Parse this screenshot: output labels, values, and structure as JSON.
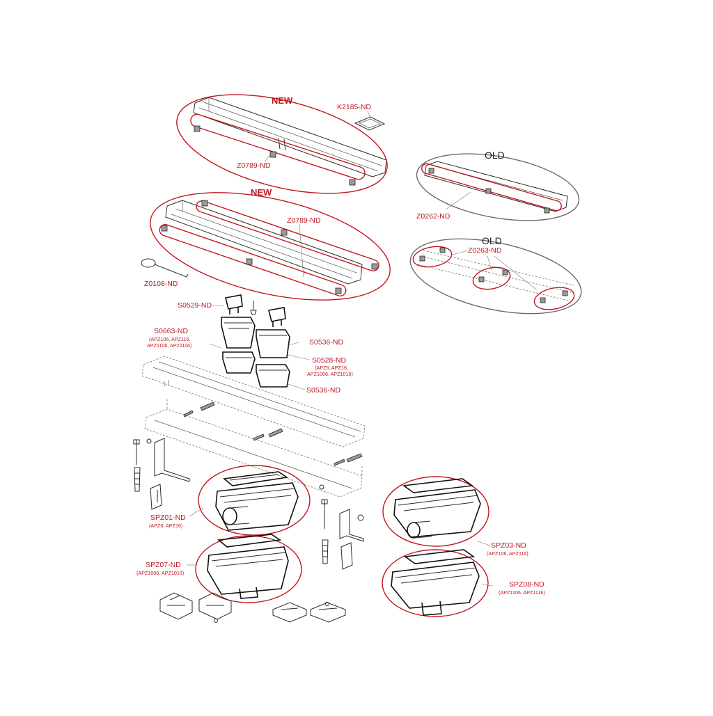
{
  "colors": {
    "accent_red": "#c0161e",
    "group_grey": "#6a6a6a",
    "ink": "#222222"
  },
  "labels": {
    "new_top": "NEW",
    "new_middle": "NEW",
    "old_top": "OLD",
    "old_bottom": "OLD",
    "k2185": "K2185-ND",
    "z0789_a": "Z0789-ND",
    "z0789_b": "Z0789-ND",
    "z0262": "Z0262-ND",
    "z0263": "Z0263-ND",
    "z0108": "Z0108-ND",
    "s0529": "S0529-ND",
    "s0663": "S0663-ND",
    "s0663_sub1": "(APZ106, APZ116,",
    "s0663_sub2": "APZ1106, APZ1116)",
    "s0536_a": "S0536-ND",
    "s0528": "S0528-ND",
    "s0528_sub1": "(APZ6, APZ16,",
    "s0528_sub2": "APZ1006, APZ1016)",
    "s0536_b": "S0536-ND",
    "spz01": "SPZ01-ND",
    "spz01_sub": "(APZ6, APZ16)",
    "spz07": "SPZ07-ND",
    "spz07_sub": "(APZ1006, APZ1016)",
    "spz03": "SPZ03-ND",
    "spz03_sub": "(APZ106, APZ116)",
    "spz08": "SPZ08-ND",
    "spz08_sub": "(APZ1106, APZ1116)"
  }
}
